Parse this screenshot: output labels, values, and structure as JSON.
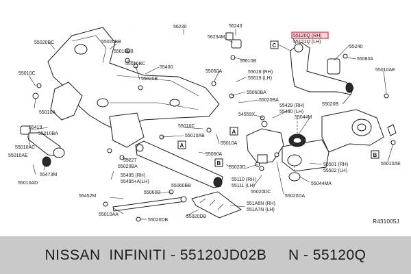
{
  "callouts": [
    {
      "id": "c-56230",
      "text": "56230"
    },
    {
      "id": "c-56243",
      "text": "56243"
    },
    {
      "id": "c-56234M",
      "text": "56234M"
    },
    {
      "id": "c-55010B-top",
      "text": "55010B"
    },
    {
      "id": "c-55020BC",
      "text": "55020BC"
    },
    {
      "id": "c-55020BB",
      "text": "55020BB"
    },
    {
      "id": "c-55010BB",
      "text": "55010BB"
    },
    {
      "id": "c-55010BC",
      "text": "55010BC"
    },
    {
      "id": "c-55400",
      "text": "55400"
    },
    {
      "id": "c-55020B-l",
      "text": "55020B"
    },
    {
      "id": "c-55010C-l",
      "text": "55010C"
    },
    {
      "id": "c-55010A-l",
      "text": "55010A"
    },
    {
      "id": "c-55060A",
      "text": "55060A"
    },
    {
      "id": "c-55618",
      "text": "55618 (RH)"
    },
    {
      "id": "c-55619",
      "text": "55619 (LH)"
    },
    {
      "id": "c-55060BA",
      "text": "55060BA"
    },
    {
      "id": "c-55020BA-top",
      "text": "55020BA"
    },
    {
      "id": "c-54559X",
      "text": "54559X"
    },
    {
      "id": "c-55120Q",
      "text": "55120Q (RH)"
    },
    {
      "id": "c-55121Q",
      "text": "55121Q (LH)"
    },
    {
      "id": "c-55240",
      "text": "55240"
    },
    {
      "id": "c-55080A",
      "text": "55080A"
    },
    {
      "id": "c-55010AE-r",
      "text": "55010AE"
    },
    {
      "id": "c-55020B-r",
      "text": "55020B"
    },
    {
      "id": "c-55429",
      "text": "55429 (RH)"
    },
    {
      "id": "c-55430",
      "text": "55430 (LH)"
    },
    {
      "id": "c-55044M",
      "text": "55044M"
    },
    {
      "id": "c-55419",
      "text": "55419"
    },
    {
      "id": "c-55010BA-l",
      "text": "55010BA"
    },
    {
      "id": "c-55010AC",
      "text": "55010AC"
    },
    {
      "id": "c-55010AE-l",
      "text": "55010AE"
    },
    {
      "id": "c-55473M",
      "text": "55473M"
    },
    {
      "id": "c-55010AD",
      "text": "55010AD"
    },
    {
      "id": "c-55010C-m",
      "text": "55010C"
    },
    {
      "id": "c-55010AB",
      "text": "55010AB"
    },
    {
      "id": "c-55227",
      "text": "55227"
    },
    {
      "id": "c-55020BA-m",
      "text": "55020BA"
    },
    {
      "id": "c-55060A-m",
      "text": "55060A"
    },
    {
      "id": "c-55010A-m",
      "text": "55010A"
    },
    {
      "id": "c-55495",
      "text": "55495 (RH)"
    },
    {
      "id": "c-55495A",
      "text": "55495+A(LH)"
    },
    {
      "id": "c-55060BB",
      "text": "55060BB"
    },
    {
      "id": "c-55020D",
      "text": "55020D"
    },
    {
      "id": "c-55110",
      "text": "55110 (RH)"
    },
    {
      "id": "c-55111",
      "text": "55111 (LH)"
    },
    {
      "id": "c-55020DC",
      "text": "55020DC"
    },
    {
      "id": "c-55501",
      "text": "55501 (RH)"
    },
    {
      "id": "c-55502",
      "text": "55502 (LH)"
    },
    {
      "id": "c-55044MA",
      "text": "55044MA"
    },
    {
      "id": "c-55010AE-b",
      "text": "55010AE"
    },
    {
      "id": "c-55452M",
      "text": "55452M"
    },
    {
      "id": "c-55060B",
      "text": "55060B"
    },
    {
      "id": "c-55020DA",
      "text": "55020DA"
    },
    {
      "id": "c-551A6N",
      "text": "551A6N (RH)"
    },
    {
      "id": "c-551A7N",
      "text": "551A7N (LH)"
    },
    {
      "id": "c-55010AA",
      "text": "55010AA"
    },
    {
      "id": "c-55020DB",
      "text": "55020DB"
    },
    {
      "id": "c-55020DB-2",
      "text": "55020DB"
    }
  ],
  "boxes": {
    "a": "A",
    "b": "B",
    "c": "C"
  },
  "reference": "R431005J",
  "footer_text": "NISSAN  INFINITI - 55120JD02B     N - 55120Q",
  "colors": {
    "highlight": "#e8203a",
    "footer_bg": "#c9c9c9"
  }
}
